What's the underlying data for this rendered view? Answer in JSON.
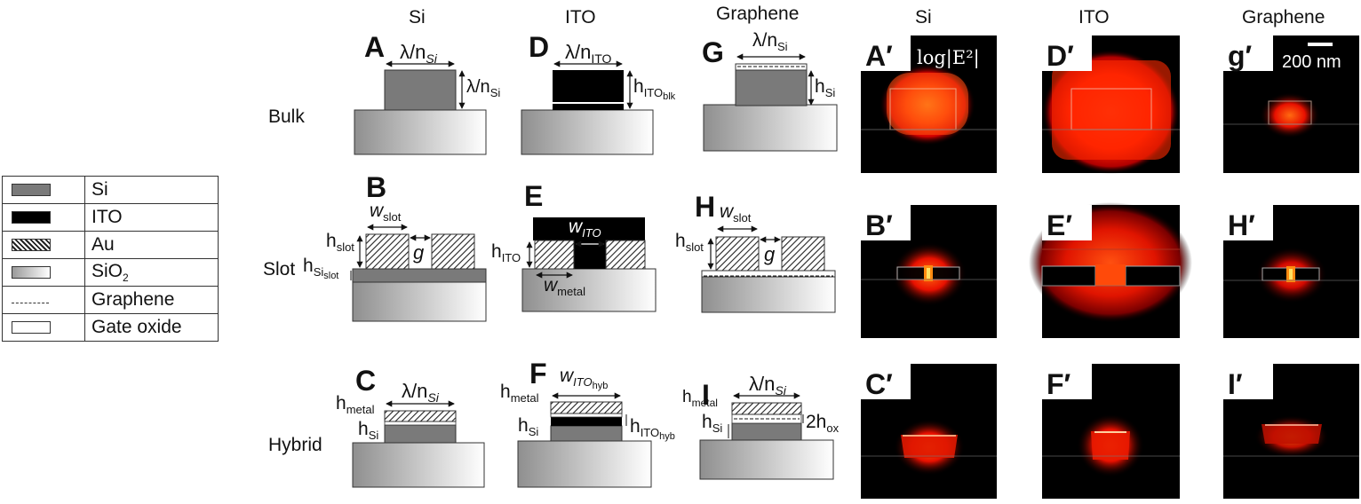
{
  "column_headers": {
    "schematic": [
      "Si",
      "ITO",
      "Graphene"
    ],
    "field": [
      "Si",
      "ITO",
      "Graphene"
    ]
  },
  "row_headers": [
    "Bulk",
    "Slot",
    "Hybrid"
  ],
  "legend": [
    {
      "swatch": "si",
      "label": "Si"
    },
    {
      "swatch": "ito",
      "label": "ITO"
    },
    {
      "swatch": "au",
      "label": "Au"
    },
    {
      "swatch": "sio2",
      "label": "SiO",
      "sub": "2"
    },
    {
      "swatch": "graphene",
      "label": "Graphene"
    },
    {
      "swatch": "gate-oxide",
      "label": "Gate oxide"
    }
  ],
  "panels": {
    "A": {
      "letter": "A",
      "width_label": "λ/n",
      "width_sub": "Si",
      "height_label": "λ/n",
      "height_sub": "Si"
    },
    "D": {
      "letter": "D",
      "width_label": "λ/n",
      "width_sub": "ITO",
      "height_label": "h",
      "height_sub": "ITO",
      "height_subsub": "blk"
    },
    "G": {
      "letter": "G",
      "width_label": "λ/n",
      "width_sub": "Si",
      "height_label": "h",
      "height_sub": "Si"
    },
    "B": {
      "letter": "B",
      "w_label": "w",
      "w_sub": "slot",
      "h_label": "h",
      "h_sub": "slot",
      "g_label": "g",
      "hsi_label": "h",
      "hsi_sub": "Si",
      "hsi_subsub": "slot"
    },
    "E": {
      "letter": "E",
      "w_label": "w",
      "w_sub": "ITO",
      "h_label": "h",
      "h_sub": "ITO",
      "wm_label": "w",
      "wm_sub": "metal"
    },
    "H": {
      "letter": "H",
      "w_label": "w",
      "w_sub": "slot",
      "h_label": "h",
      "h_sub": "slot",
      "g_label": "g"
    },
    "C": {
      "letter": "C",
      "width_label": "λ/n",
      "width_sub": "Si",
      "hm_label": "h",
      "hm_sub": "metal",
      "hs_label": "h",
      "hs_sub": "Si"
    },
    "F": {
      "letter": "F",
      "w_label": "w",
      "w_sub": "ITO",
      "w_subsub": "hyb",
      "hm_label": "h",
      "hm_sub": "metal",
      "hs_label": "h",
      "hs_sub": "Si",
      "hi_label": "h",
      "hi_sub": "ITO",
      "hi_subsub": "hyb"
    },
    "I": {
      "letter": "I",
      "width_label": "λ/n",
      "width_sub": "Si",
      "hm_label": "h",
      "hm_sub": "metal",
      "hs_label": "h",
      "hs_sub": "Si",
      "ox_label": "2h",
      "ox_sub": "ox"
    }
  },
  "field_panels": {
    "A": {
      "letter": "A′",
      "annotation": "log|E²|"
    },
    "D": {
      "letter": "D′"
    },
    "g": {
      "letter": "g′",
      "scalebar": "200 nm"
    },
    "B": {
      "letter": "B′"
    },
    "E": {
      "letter": "E′"
    },
    "H": {
      "letter": "H′"
    },
    "C": {
      "letter": "C′"
    },
    "F": {
      "letter": "F′"
    },
    "I": {
      "letter": "I′"
    }
  },
  "colors": {
    "si": "#7a7a7a",
    "ito": "#000000",
    "field_background": "#000000",
    "field_hot": "#ff2a00",
    "field_core": "#ff9a1a"
  }
}
